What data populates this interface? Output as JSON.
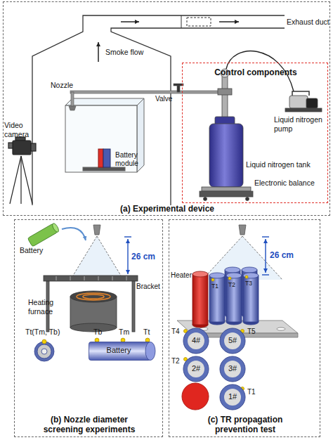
{
  "diagram": {
    "nodes": [
      {
        "text": [
          "(a) Experimental device"
        ]
      },
      {
        "text": [
          "Battery module"
        ],
        "in": 0
      },
      {
        "text": [
          "Control components"
        ],
        "in": 0
      },
      {
        "text": [
          "(b) Nozzle diameter screening experiments"
        ]
      },
      {
        "text": [
          "Battery"
        ],
        "in": 3
      },
      {
        "text": [
          "(c) TR propagation prevention test"
        ]
      },
      {
        "text": [
          "4#"
        ],
        "in": 5
      },
      {
        "text": [
          "5#"
        ],
        "in": 5
      },
      {
        "text": [
          "2#"
        ],
        "in": 5
      },
      {
        "text": [
          "3#"
        ],
        "in": 5
      },
      {
        "text": [
          "1#"
        ],
        "in": 5
      }
    ],
    "labels": [
      "Exhaust duct",
      "Smoke flow",
      "Video camera",
      "Nozzle",
      "Valve",
      "Liquid nitrogen pump",
      "Liquid nitrogen tank",
      "Electronic balance",
      "Battery",
      "26 cm",
      "Bracket",
      "Heating furnace",
      "Tt(Tm, Tb)",
      "Tb",
      "Tm",
      "Tt",
      "26 cm",
      "Heater",
      "T1",
      "T2",
      "T3",
      "T4",
      "T5",
      "T2",
      "T1"
    ]
  }
}
